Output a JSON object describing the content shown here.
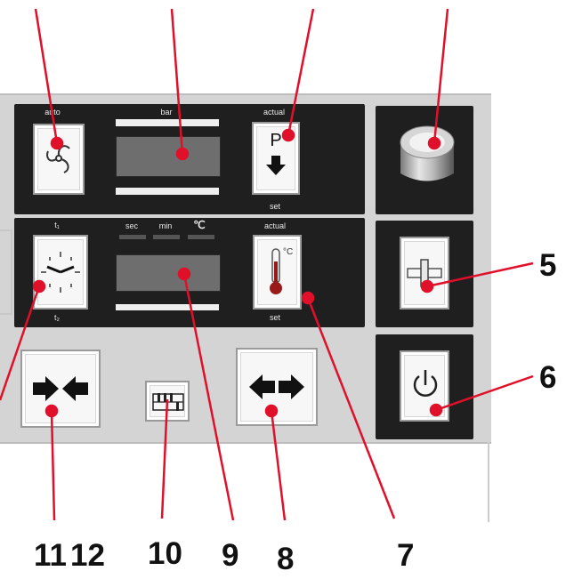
{
  "display_top": {
    "label_auto": "auto",
    "label_bar": "bar",
    "label_actual": "actual",
    "label_set": "set",
    "p_key_letter": "P"
  },
  "display_mid": {
    "label_t1": "t₁",
    "label_t2": "t₂",
    "label_sec": "sec",
    "label_min": "min",
    "label_celsius": "℃",
    "label_actual": "actual",
    "label_set": "set",
    "thermo_unit": "°C"
  },
  "callouts": [
    "5",
    "6",
    "11",
    "12",
    "10",
    "9",
    "8",
    "7"
  ],
  "colors": {
    "leader": "#e0102a",
    "dark_panel": "#1f1f1f",
    "display": "#6e6e6e"
  },
  "icons": [
    "fan-icon",
    "pressure-icon",
    "clock-icon",
    "thermometer-icon",
    "toggle-icon",
    "power-icon",
    "arrows-inward-icon",
    "arrows-outward-icon",
    "dip-switch-icon",
    "knob-icon"
  ]
}
